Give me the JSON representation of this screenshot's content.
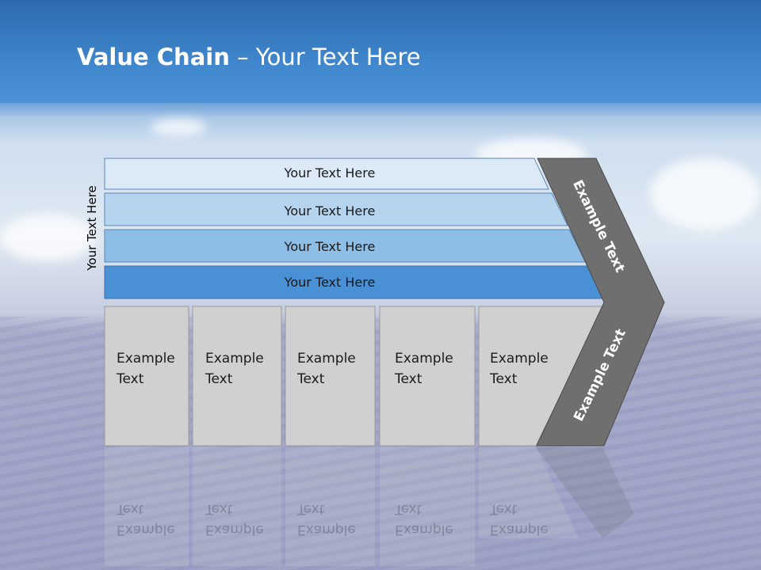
{
  "title": {
    "bold": "Value Chain",
    "rest": " – Your Text Here"
  },
  "side_label": "Your Text Here",
  "bars": [
    {
      "label": "Your Text Here",
      "color": "#dceaf7"
    },
    {
      "label": "Your Text Here",
      "color": "#b7d4ef"
    },
    {
      "label": "Your Text Here",
      "color": "#8ebde6"
    },
    {
      "label": "Your Text Here",
      "color": "#4a90d4"
    }
  ],
  "activities": [
    {
      "line1": "Example",
      "line2": "Text"
    },
    {
      "line1": "Example",
      "line2": "Text"
    },
    {
      "line1": "Example",
      "line2": "Text"
    },
    {
      "line1": "Example",
      "line2": "Text"
    },
    {
      "line1": "Example",
      "line2": "Text"
    }
  ],
  "arrow": {
    "upper": "Example Text",
    "lower": "Example Text",
    "color": "#6f6f6f"
  }
}
